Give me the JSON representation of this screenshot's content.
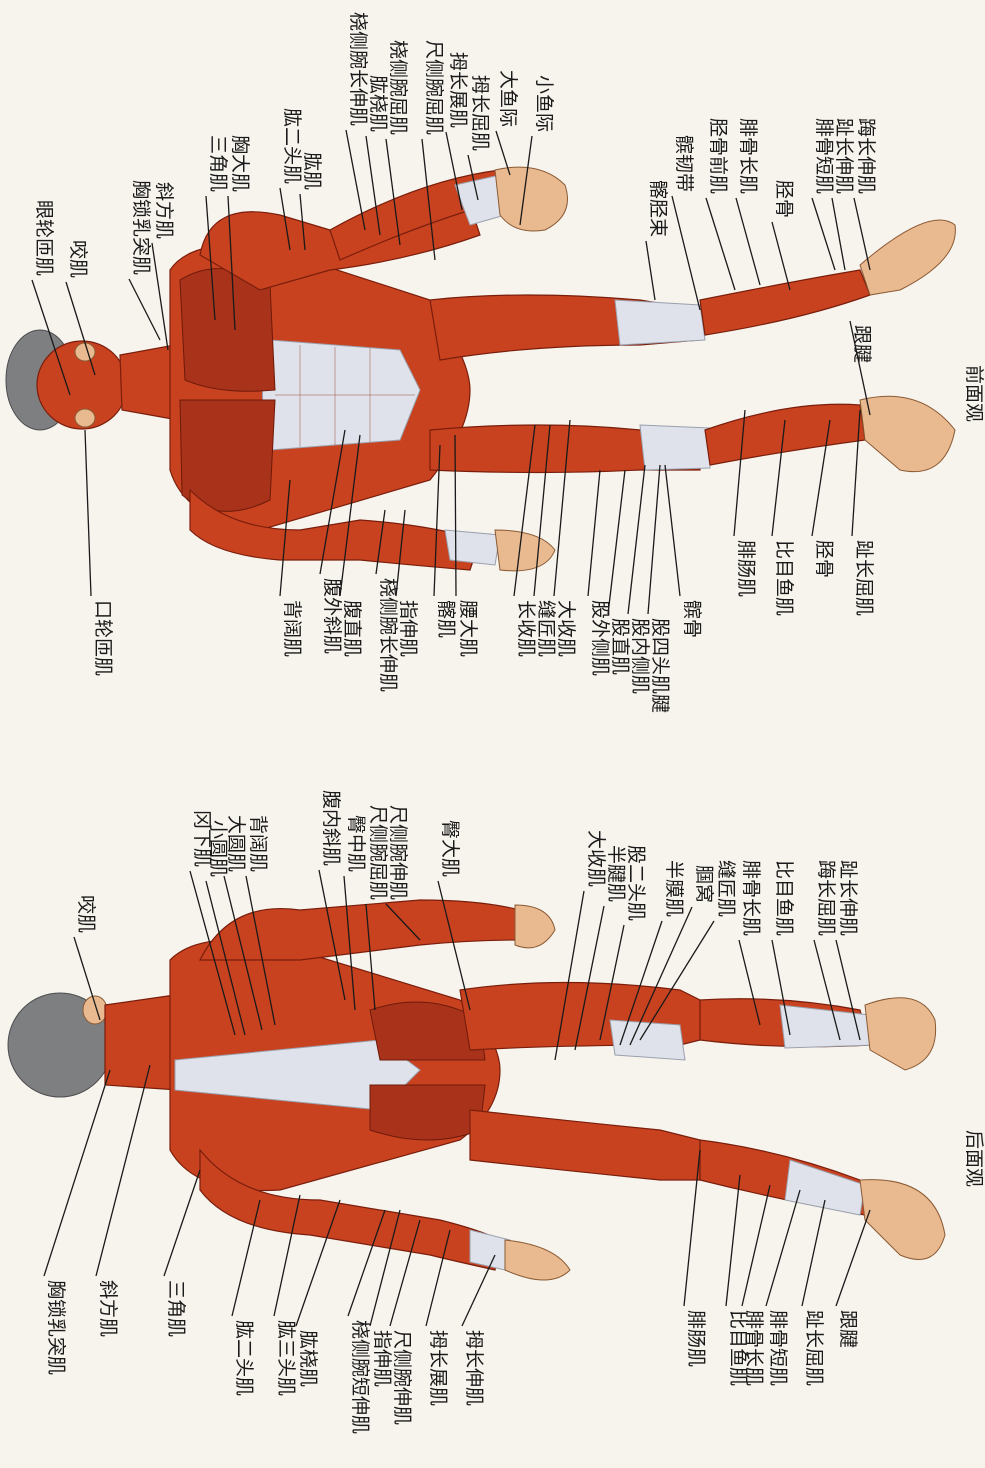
{
  "views": {
    "front": {
      "title": "前面观"
    },
    "back": {
      "title": "后面观"
    }
  },
  "labels": {
    "front": [
      "眼轮匝肌",
      "咬肌",
      "胸锁乳突肌",
      "斜方肌",
      "三角肌",
      "胸大肌",
      "肱二头肌",
      "肱肌",
      "桡侧腕长伸肌",
      "肱桡肌",
      "桡侧腕屈肌",
      "尺侧腕屈肌",
      "拇长展肌",
      "拇长屈肌",
      "大鱼际",
      "小鱼际",
      "髂胫束",
      "髌韧带",
      "胫骨前肌",
      "腓骨长肌",
      "胫骨",
      "腓骨短肌",
      "趾长伸肌",
      "踇长伸肌",
      "跟腱",
      "口轮匝肌",
      "背阔肌",
      "腹外斜肌",
      "腹直肌",
      "桡侧腕长伸肌",
      "指伸肌",
      "髂肌",
      "腰大肌",
      "长收肌",
      "缝匠肌",
      "大收肌",
      "股外侧肌",
      "股直肌",
      "股内侧肌",
      "股四头肌腱",
      "髌骨",
      "腓肠肌",
      "比目鱼肌",
      "胫骨",
      "趾长屈肌"
    ],
    "back": [
      "咬肌",
      "冈下肌",
      "小圆肌",
      "大圆肌",
      "背阔肌",
      "腹内斜肌",
      "臀中肌",
      "尺侧腕屈肌",
      "尺侧腕伸肌",
      "臀大肌",
      "大收肌",
      "半腱肌",
      "股二头肌",
      "半膜肌",
      "腘窝",
      "缝匠肌",
      "腓骨长肌",
      "比目鱼肌",
      "踇长屈肌",
      "趾长伸肌",
      "胸锁乳突肌",
      "斜方肌",
      "三角肌",
      "肱二头肌",
      "肱三头肌",
      "肱桡肌",
      "桡侧腕短伸肌",
      "指伸肌",
      "尺侧腕伸肌",
      "拇长展肌",
      "拇长伸肌",
      "腓肠肌",
      "比目鱼肌",
      "腓骨长肌",
      "腓骨短肌",
      "趾长屈肌",
      "跟腱"
    ]
  }
}
